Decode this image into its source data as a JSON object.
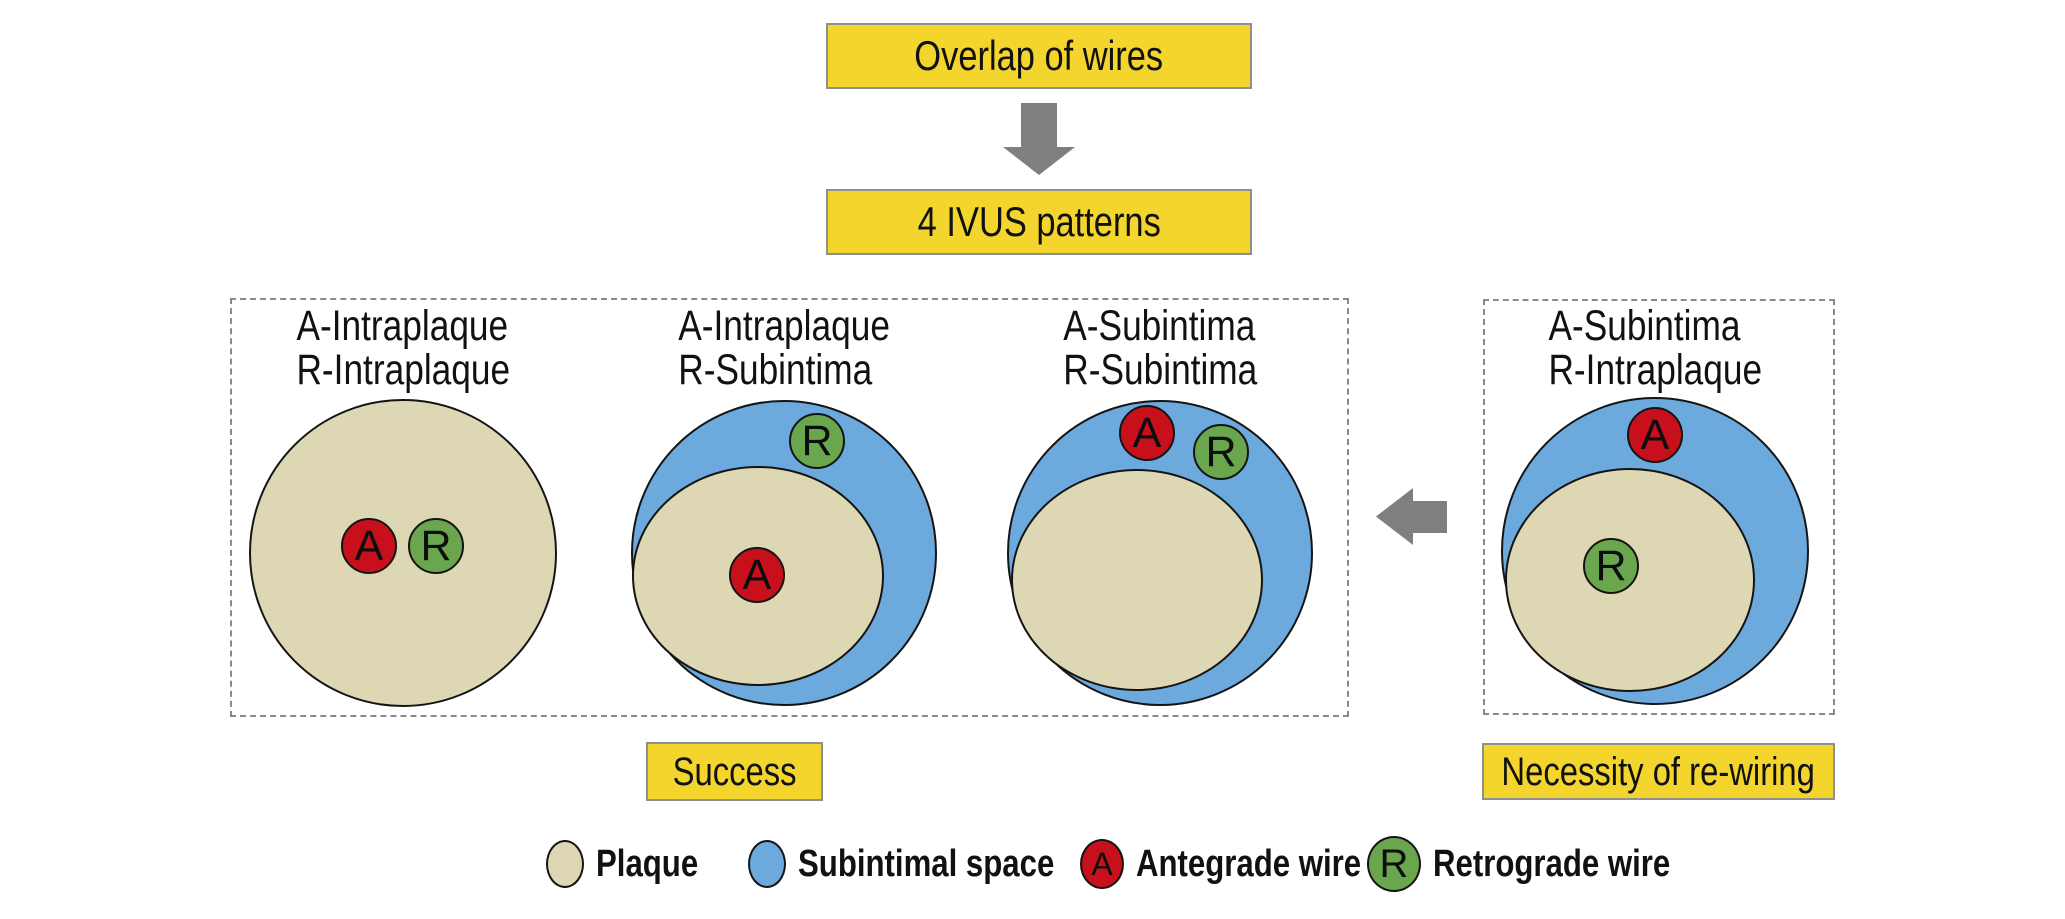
{
  "figure": {
    "flow": {
      "step1": "Overlap of wires",
      "step2": "4 IVUS patterns"
    },
    "patterns": [
      {
        "name": "a-intraplaque-r-intraplaque",
        "line1": "A-Intraplaque",
        "line2": "R-Intraplaque",
        "wires": {
          "antegrade": "A",
          "retrograde": "R"
        }
      },
      {
        "name": "a-intraplaque-r-subintima",
        "line1": "A-Intraplaque",
        "line2": "R-Subintima",
        "wires": {
          "antegrade": "A",
          "retrograde": "R"
        }
      },
      {
        "name": "a-subintima-r-subintima",
        "line1": "A-Subintima",
        "line2": "R-Subintima",
        "wires": {
          "antegrade": "A",
          "retrograde": "R"
        }
      },
      {
        "name": "a-subintima-r-intraplaque",
        "line1": "A-Subintima",
        "line2": "R-Intraplaque",
        "wires": {
          "antegrade": "A",
          "retrograde": "R"
        }
      }
    ],
    "groups": {
      "success": {
        "label": "Success"
      },
      "rewiring": {
        "label": "Necessity of re-wiring"
      }
    },
    "legend": {
      "items": [
        {
          "name": "plaque",
          "label": "Plaque"
        },
        {
          "name": "subintimal-space",
          "label": "Subintimal space"
        },
        {
          "name": "antegrade-wire",
          "label": "Antegrade wire",
          "letter": "A"
        },
        {
          "name": "retrograde-wire",
          "label": "Retrograde wire",
          "letter": "R"
        }
      ]
    },
    "colors": {
      "plaque": "#ddd7b3",
      "subintimal_space": "#6ca9dc",
      "antegrade_wire": "#c8101c",
      "retrograde_wire": "#6aa64d",
      "highlight": "#f3d52e",
      "arrow": "#7f7f7f"
    }
  }
}
